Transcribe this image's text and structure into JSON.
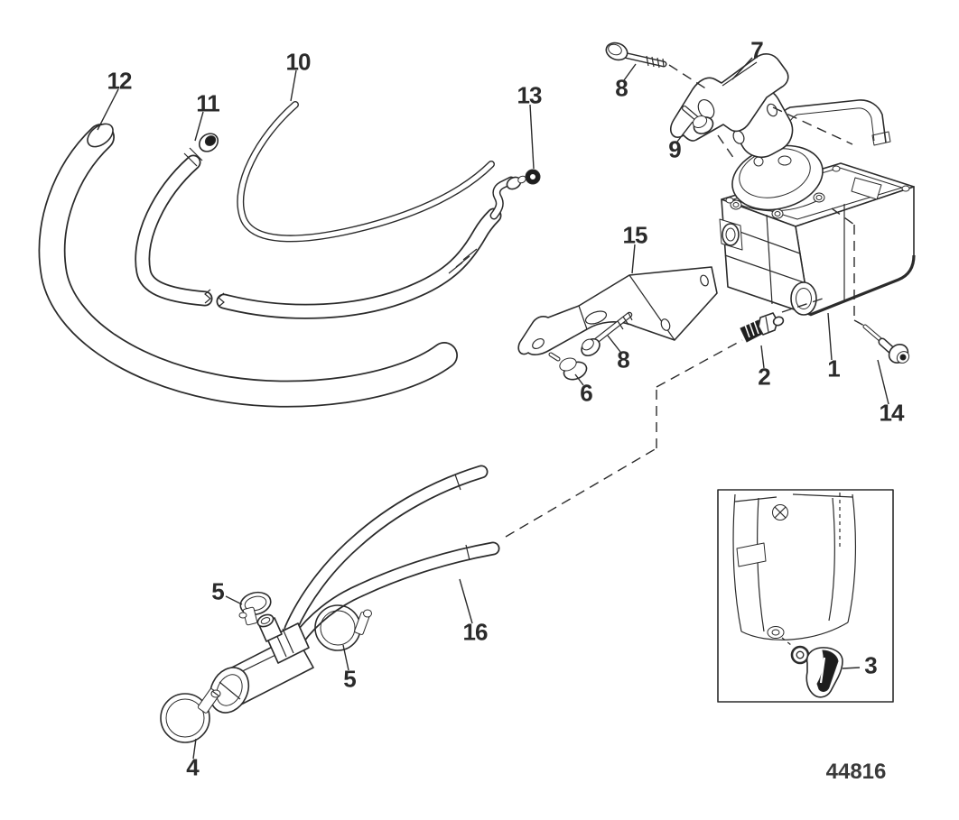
{
  "diagram": {
    "type": "exploded-parts-diagram",
    "subject": "fuel-pump-module-with-hoses-brackets-and-hardware",
    "drawing_number": "44816",
    "colors": {
      "background": "#ffffff",
      "line": "#2b2b2b",
      "label_text": "#2b2b2b"
    },
    "callouts": [
      {
        "label": "12",
        "part": "large-hose"
      },
      {
        "label": "11",
        "part": "hose-connector-fitting"
      },
      {
        "label": "10",
        "part": "thin-hose"
      },
      {
        "label": "13",
        "part": "o-ring-seal"
      },
      {
        "label": "8",
        "part": "flange-bolt-upper"
      },
      {
        "label": "7",
        "part": "upper-mounting-bracket"
      },
      {
        "label": "9",
        "part": "flange-bolt"
      },
      {
        "label": "15",
        "part": "lower-mounting-bracket"
      },
      {
        "label": "8",
        "part": "flange-bolt-lower"
      },
      {
        "label": "6",
        "part": "flange-screw"
      },
      {
        "label": "2",
        "part": "threaded-fitting"
      },
      {
        "label": "1",
        "part": "fuel-pump-module"
      },
      {
        "label": "14",
        "part": "socket-head-bolt"
      },
      {
        "label": "5",
        "part": "hose-clamp-small"
      },
      {
        "label": "5",
        "part": "hose-clamp-medium"
      },
      {
        "label": "4",
        "part": "hose-clamp-large"
      },
      {
        "label": "16",
        "part": "outlet-hose"
      },
      {
        "label": "3",
        "part": "drain-plug"
      }
    ]
  }
}
